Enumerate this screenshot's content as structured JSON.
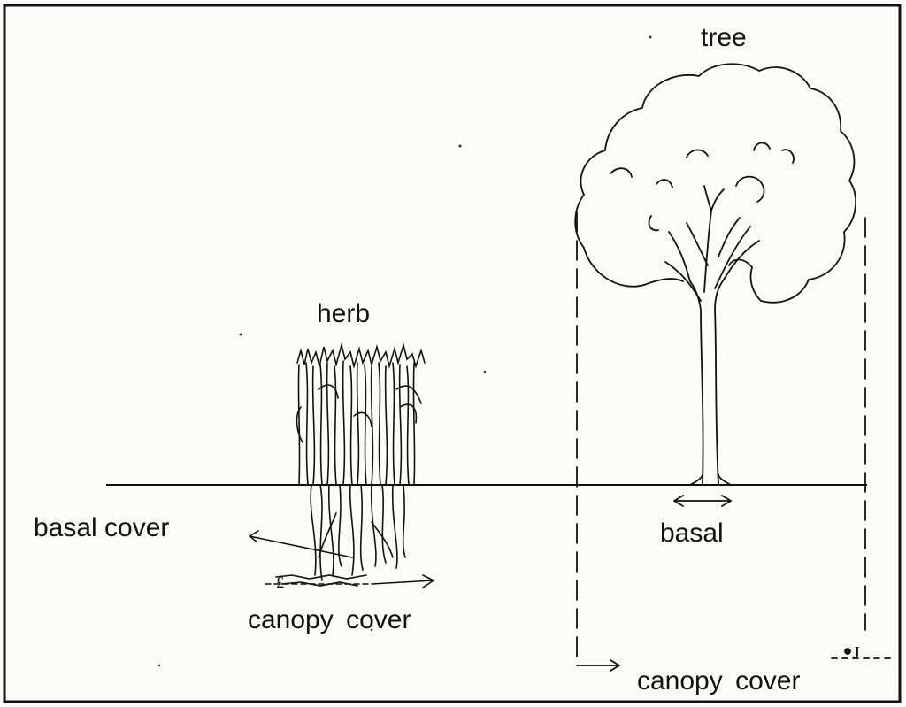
{
  "labels": {
    "tree": "tree",
    "herb": "herb",
    "basal_cover": "basal cover",
    "basal": "basal",
    "canopy_cover_herb": "canopy  cover",
    "canopy_cover_tree": "canopy  cover"
  },
  "colors": {
    "ink": "#111111",
    "background": "#fbfbfa"
  }
}
